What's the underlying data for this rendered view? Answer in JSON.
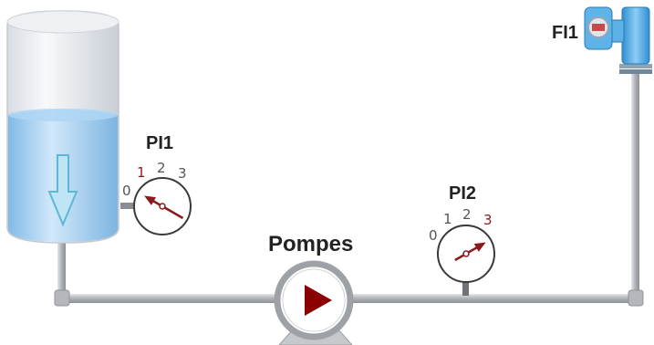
{
  "diagram": {
    "tank": {
      "flow_arrow": "down-arrow-icon"
    },
    "pump": {
      "label": "Pompes",
      "icon": "play-triangle-icon"
    },
    "pressure_indicators": [
      {
        "id": "PI1",
        "label": "PI1",
        "scale": [
          "0",
          "1",
          "2",
          "3"
        ],
        "reading": 1,
        "highlighted_tick": "1"
      },
      {
        "id": "PI2",
        "label": "PI2",
        "scale": [
          "0",
          "1",
          "2",
          "3"
        ],
        "reading": 3,
        "highlighted_tick": "3"
      }
    ],
    "flow_indicator": {
      "id": "FI1",
      "label": "FI1"
    }
  },
  "colors": {
    "pipe": "#b8bcc0",
    "water": "#8fc7ee",
    "needle": "#8b1a1a",
    "highlight_tick": "#8b1a1a",
    "pump_arrow": "#8b0000",
    "meter_body": "#4aa9e2"
  }
}
